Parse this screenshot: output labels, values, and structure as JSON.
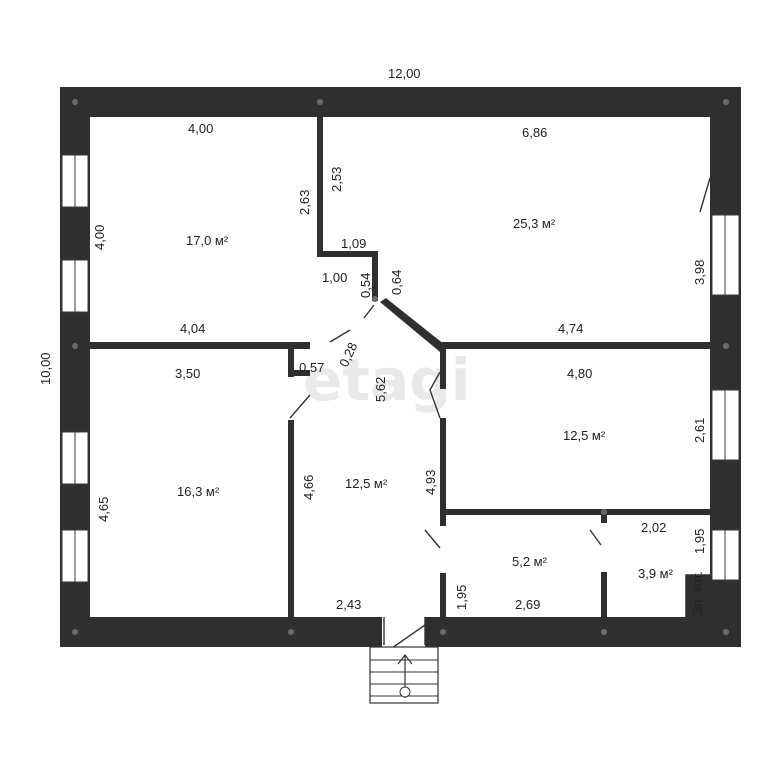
{
  "plan": {
    "overall": {
      "width": "12,00",
      "height": "10,00"
    },
    "rooms": [
      {
        "id": "room-tl",
        "area": "17,0 м²",
        "dims": [
          "4,00",
          "4,00",
          "2,63",
          "4,04"
        ]
      },
      {
        "id": "room-tr",
        "area": "25,3 м²",
        "dims": [
          "6,86",
          "2,53",
          "3,98",
          "4,74"
        ]
      },
      {
        "id": "room-bl",
        "area": "16,3 м²",
        "dims": [
          "3,50",
          "4,65"
        ]
      },
      {
        "id": "hall",
        "area": "12,5 м²",
        "dims": [
          "5,62",
          "4,66",
          "4,93",
          "2,43"
        ]
      },
      {
        "id": "room-r",
        "area": "12,5 м²",
        "dims": [
          "4,80",
          "2,61"
        ]
      },
      {
        "id": "bath",
        "area": "5,2 м²",
        "dims": [
          "1,95",
          "2,69"
        ]
      },
      {
        "id": "boiler",
        "area": "3,9 м²",
        "dims": [
          "2,02",
          "1,95"
        ],
        "label": "Эл. кот."
      }
    ],
    "misc_dims": {
      "d1": "1,09",
      "d2": "1,00",
      "d3": "0,54",
      "d4": "0,64",
      "d5": "0,57",
      "d6": "0,28"
    },
    "watermark": "etagi"
  }
}
